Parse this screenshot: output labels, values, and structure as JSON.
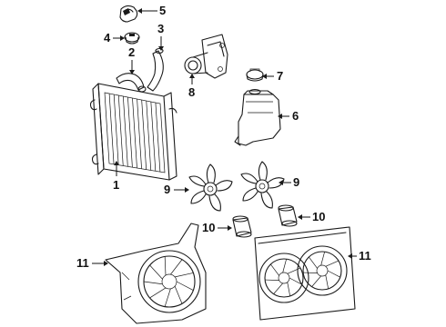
{
  "callouts": [
    {
      "id": "1",
      "label": "1"
    },
    {
      "id": "2",
      "label": "2"
    },
    {
      "id": "3",
      "label": "3"
    },
    {
      "id": "4",
      "label": "4"
    },
    {
      "id": "5",
      "label": "5"
    },
    {
      "id": "6",
      "label": "6"
    },
    {
      "id": "7",
      "label": "7"
    },
    {
      "id": "8",
      "label": "8"
    },
    {
      "id": "9a",
      "label": "9"
    },
    {
      "id": "9b",
      "label": "9"
    },
    {
      "id": "10a",
      "label": "10"
    },
    {
      "id": "10b",
      "label": "10"
    },
    {
      "id": "11a",
      "label": "11"
    },
    {
      "id": "11b",
      "label": "11"
    }
  ]
}
